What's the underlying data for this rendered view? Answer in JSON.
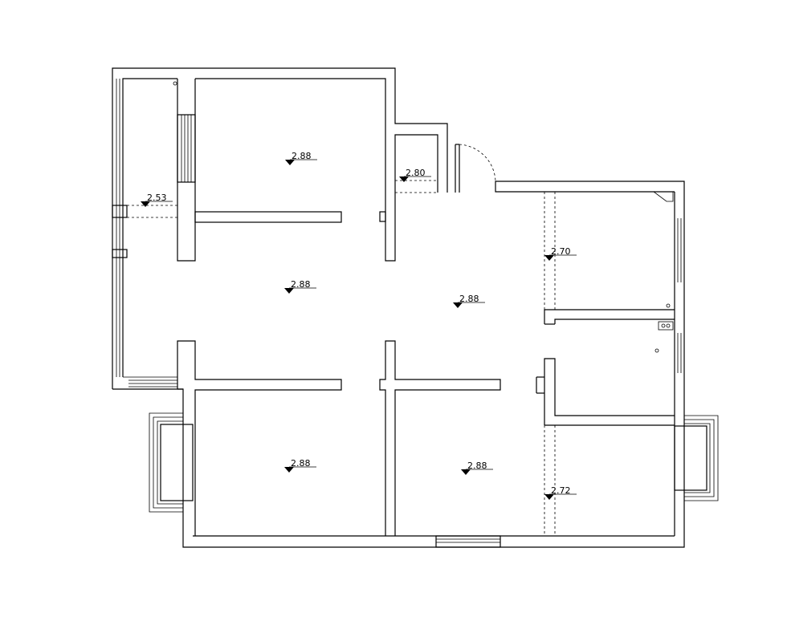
{
  "plan": {
    "height_labels": [
      "2.88",
      "2.80",
      "2.53",
      "2.88",
      "2.88",
      "2.70",
      "2.88",
      "2.88",
      "2.72"
    ]
  }
}
